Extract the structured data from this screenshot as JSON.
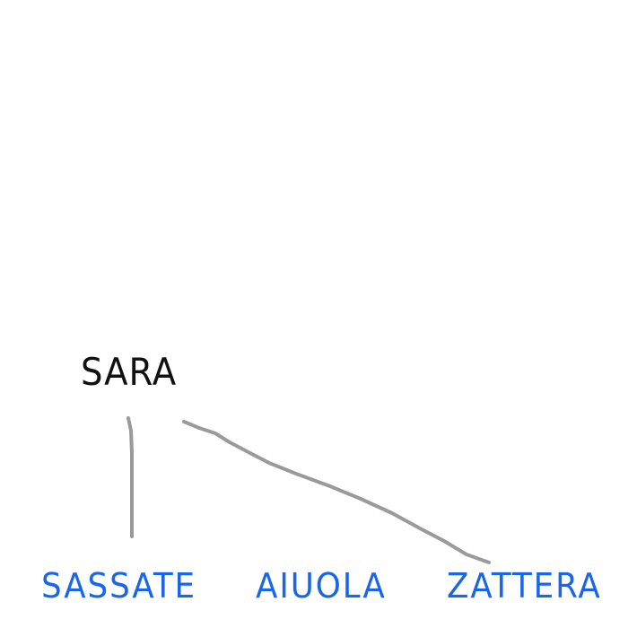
{
  "root_word": "SARA",
  "options": [
    {
      "label": "SASSATE",
      "connected": true
    },
    {
      "label": "AIUOLA",
      "connected": false
    },
    {
      "label": "ZATTERA",
      "connected": true
    }
  ],
  "colors": {
    "root_text": "#111111",
    "option_text": "#1a66e8",
    "line": "#9a9a9a"
  }
}
